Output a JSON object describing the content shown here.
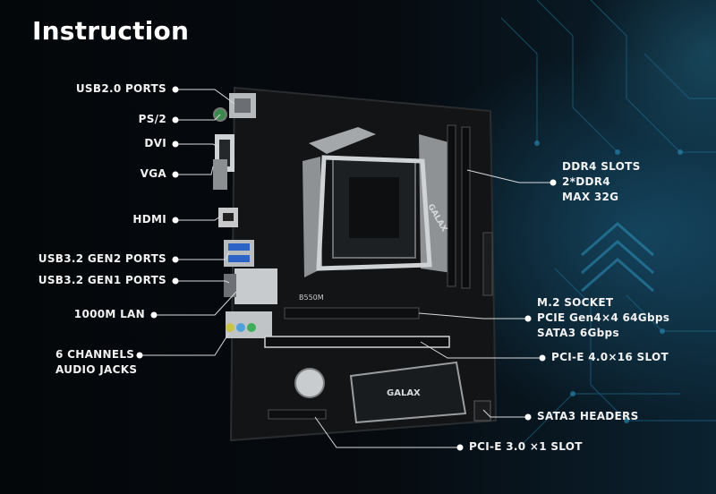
{
  "title": "Instruction",
  "colors": {
    "background": "#05080c",
    "accent": "#3aa6cf",
    "label_text": "#f2f2f2",
    "board": "#121416",
    "board_trim": "#b9bcbf"
  },
  "board": {
    "brand": "GALAX",
    "model": "B550M"
  },
  "labels": {
    "usb20": "USB2.0 PORTS",
    "ps2": "PS/2",
    "dvi": "DVI",
    "vga": "VGA",
    "hdmi": "HDMI",
    "usb32g2": "USB3.2 GEN2 PORTS",
    "usb32g1": "USB3.2 GEN1 PORTS",
    "lan": "1000M LAN",
    "audio_1": "6 CHANNELS",
    "audio_2": "AUDIO JACKS",
    "ddr4_1": "DDR4 SLOTS",
    "ddr4_2": "2*DDR4",
    "ddr4_3": "MAX 32G",
    "m2_1": "M.2 SOCKET",
    "m2_2": "PCIE Gen4×4 64Gbps",
    "m2_3": "SATA3 6Gbps",
    "pcie16": "PCI-E 4.0×16 SLOT",
    "sata": "SATA3 HEADERS",
    "pcie1": "PCI-E 3.0 ×1 SLOT"
  }
}
